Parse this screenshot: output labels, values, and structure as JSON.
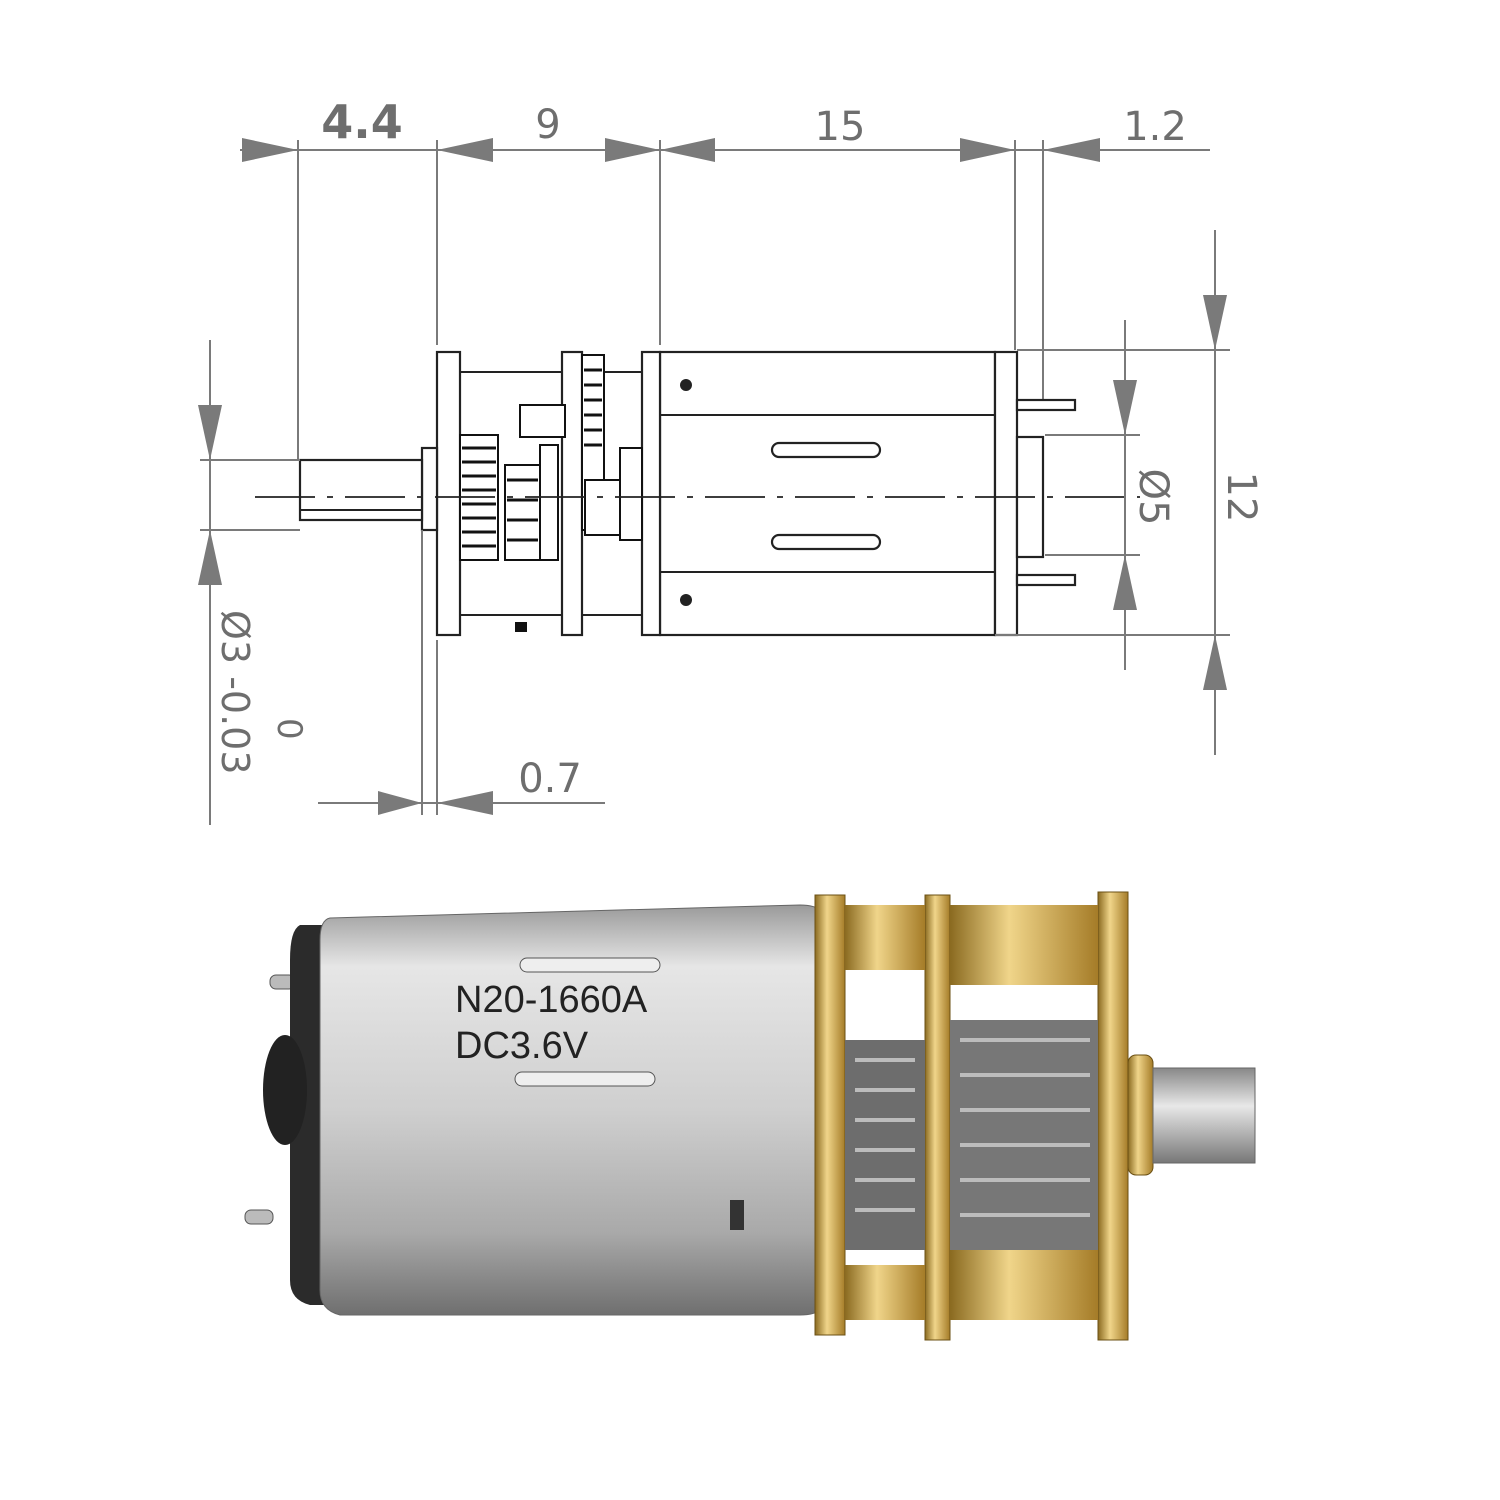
{
  "drawing": {
    "dimensions": {
      "shaft_length": "4.4",
      "gearbox_length": "9",
      "motor_length": "15",
      "end_cap": "1.2",
      "boss_diameter": "Ø5",
      "height": "12",
      "shaft_diameter": "Ø3",
      "tolerance_upper": "0",
      "tolerance_lower": "-0.03",
      "flange_thickness": "0.7"
    }
  },
  "photo": {
    "model": "N20-1660A",
    "voltage": "DC3.6V"
  },
  "colors": {
    "dimension": "#7a7a7a",
    "brass": "#c9a24a",
    "silver": "#c8c8c8"
  }
}
